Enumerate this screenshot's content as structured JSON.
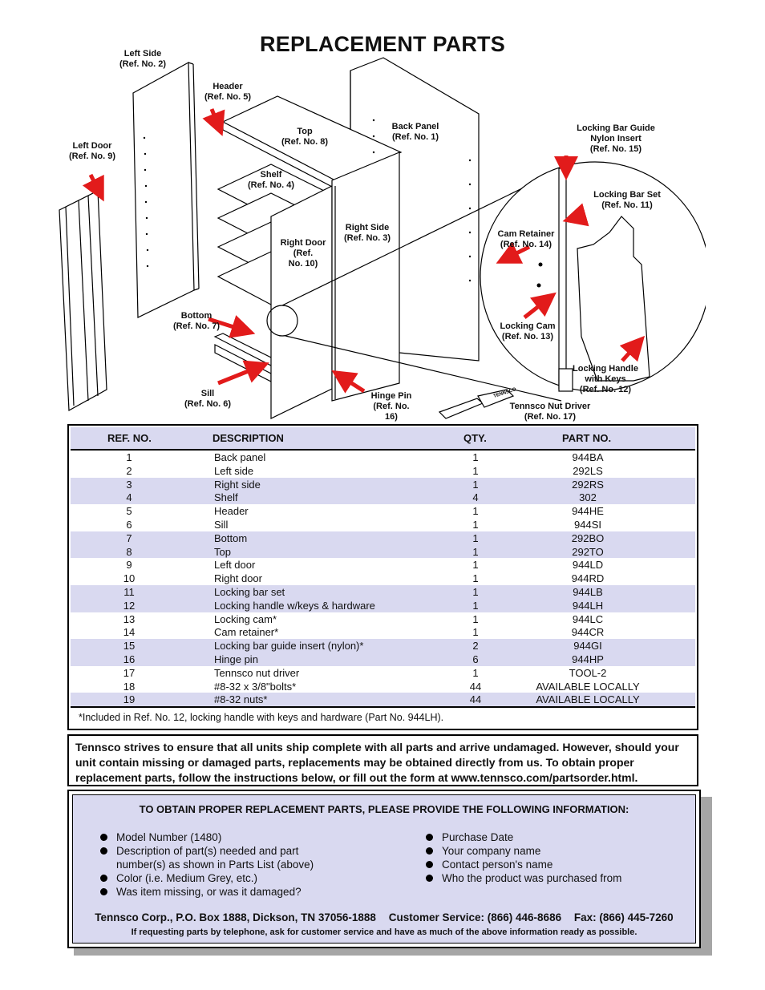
{
  "title": "REPLACEMENT PARTS",
  "callouts": {
    "left_side": "Left Side\n(Ref. No. 2)",
    "header": "Header\n(Ref. No. 5)",
    "left_door": "Left Door\n(Ref. No. 9)",
    "top": "Top\n(Ref. No. 8)",
    "back_panel": "Back  Panel\n(Ref. No. 1)",
    "shelf": "Shelf\n(Ref. No. 4)",
    "right_side": "Right Side\n(Ref. No. 3)",
    "right_door": "Right Door\n(Ref.\nNo. 10)",
    "bottom": "Bottom\n(Ref. No. 7)",
    "sill": "Sill\n(Ref. No. 6)",
    "hinge_pin": "Hinge  Pin\n(Ref.  No.\n16)",
    "nut_driver": "Tennsco Nut Driver\n(Ref. No. 17)",
    "guide_insert": "Locking Bar Guide\nNylon Insert\n(Ref. No. 15)",
    "locking_bar_set": "Locking  Bar Set\n(Ref. No. 11)",
    "cam_retainer": "Cam  Retainer\n(Ref. No. 14)",
    "locking_cam": "Locking  Cam\n(Ref. No. 13)",
    "locking_handle": "Locking  Handle\nwith Keys\n(Ref. No. 12)"
  },
  "driver_label": "TENNSCO",
  "table": {
    "headers": {
      "ref": "REF. NO.",
      "desc": "DESCRIPTION",
      "qty": "QTY.",
      "part": "PART NO."
    },
    "rows": [
      {
        "ref": "1",
        "desc": "Back panel",
        "qty": "1",
        "part": "944BA"
      },
      {
        "ref": "2",
        "desc": "Left side",
        "qty": "1",
        "part": "292LS"
      },
      {
        "ref": "3",
        "desc": "Right side",
        "qty": "1",
        "part": "292RS"
      },
      {
        "ref": "4",
        "desc": "Shelf",
        "qty": "4",
        "part": "302"
      },
      {
        "ref": "5",
        "desc": "Header",
        "qty": "1",
        "part": "944HE"
      },
      {
        "ref": "6",
        "desc": "Sill",
        "qty": "1",
        "part": "944SI"
      },
      {
        "ref": "7",
        "desc": "Bottom",
        "qty": "1",
        "part": "292BO"
      },
      {
        "ref": "8",
        "desc": "Top",
        "qty": "1",
        "part": "292TO"
      },
      {
        "ref": "9",
        "desc": "Left door",
        "qty": "1",
        "part": "944LD"
      },
      {
        "ref": "10",
        "desc": "Right door",
        "qty": "1",
        "part": "944RD"
      },
      {
        "ref": "11",
        "desc": "Locking bar set",
        "qty": "1",
        "part": "944LB"
      },
      {
        "ref": "12",
        "desc": "Locking handle w/keys & hardware",
        "qty": "1",
        "part": "944LH"
      },
      {
        "ref": "13",
        "desc": "Locking cam*",
        "qty": "1",
        "part": "944LC"
      },
      {
        "ref": "14",
        "desc": "Cam retainer*",
        "qty": "1",
        "part": "944CR"
      },
      {
        "ref": "15",
        "desc": "Locking bar guide insert (nylon)*",
        "qty": "2",
        "part": "944GI"
      },
      {
        "ref": "16",
        "desc": "Hinge pin",
        "qty": "6",
        "part": "944HP"
      },
      {
        "ref": "17",
        "desc": "Tennsco nut driver",
        "qty": "1",
        "part": "TOOL-2"
      },
      {
        "ref": "18",
        "desc": "#8-32 x 3/8\"bolts*",
        "qty": "44",
        "part": "AVAILABLE LOCALLY"
      },
      {
        "ref": "19",
        "desc": "#8-32 nuts*",
        "qty": "44",
        "part": "AVAILABLE LOCALLY"
      }
    ],
    "footnote": "*Included in Ref. No. 12, locking handle with keys and hardware (Part No. 944LH)."
  },
  "notice": "Tennsco strives to ensure that all units ship complete with all parts and arrive undamaged. However, should your unit contain missing or damaged parts, replacements may be obtained directly from us. To obtain proper replacement parts, follow the instructions below, or fill out the form at www.tennsco.com/partsorder.html.",
  "info": {
    "heading": "TO OBTAIN PROPER REPLACEMENT PARTS, PLEASE PROVIDE THE FOLLOWING INFORMATION:",
    "left_items": [
      "Model Number (1480)",
      "Description of part(s) needed and part number(s) as shown in Parts List (above)",
      "Color (i.e. Medium Grey, etc.)",
      "Was item missing, or was it damaged?"
    ],
    "right_items": [
      "Purchase Date",
      "Your company name",
      "Contact person's name",
      "Who the product was purchased from"
    ],
    "contact_address": "Tennsco Corp., P.O. Box 1888, Dickson, TN 37056-1888",
    "contact_service": "Customer Service: (866) 446-8686",
    "contact_fax": "Fax: (866) 445-7260",
    "phone_note": "If requesting parts by telephone, ask for customer service and have as much of the above information ready as possible."
  }
}
